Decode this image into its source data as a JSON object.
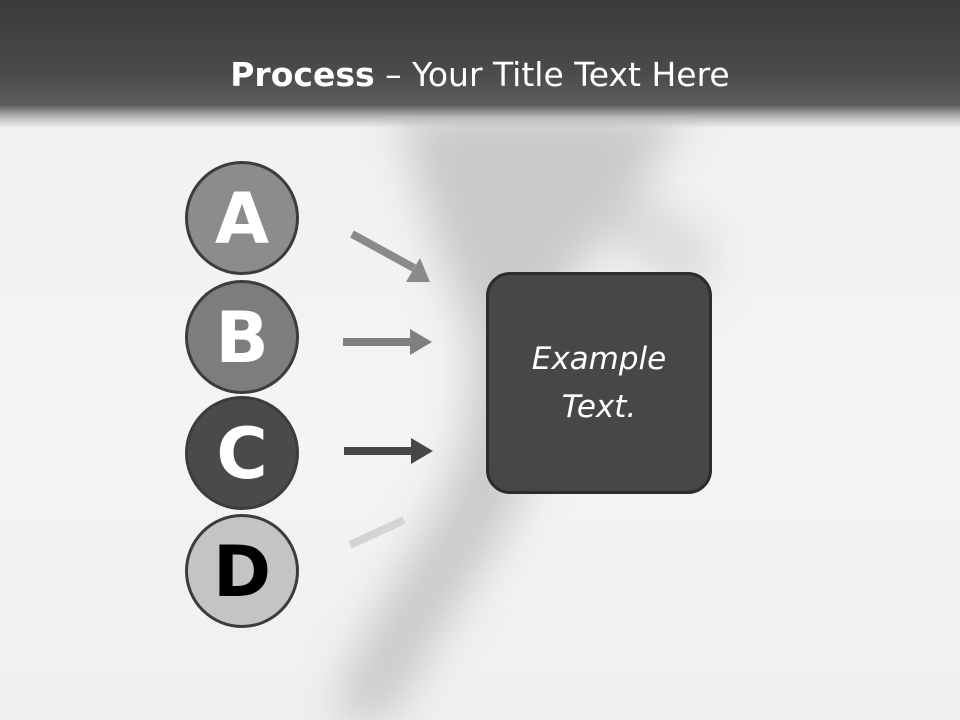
{
  "title": {
    "bold": "Process",
    "rest": " – Your Title Text Here"
  },
  "items": [
    {
      "label": "A",
      "fill": "#8c8c8c",
      "text_color": "#ffffff",
      "arrow_color": "#8a8a8a"
    },
    {
      "label": "B",
      "fill": "#7d7d7d",
      "text_color": "#ffffff",
      "arrow_color": "#7f7f7f"
    },
    {
      "label": "C",
      "fill": "#4a4a4a",
      "text_color": "#ffffff",
      "arrow_color": "#474747"
    },
    {
      "label": "D",
      "fill": "#c4c4c4",
      "text_color": "#000000",
      "arrow_color": "#d4d4d4"
    }
  ],
  "box": {
    "text": "Example Text.",
    "fill": "#474747"
  }
}
